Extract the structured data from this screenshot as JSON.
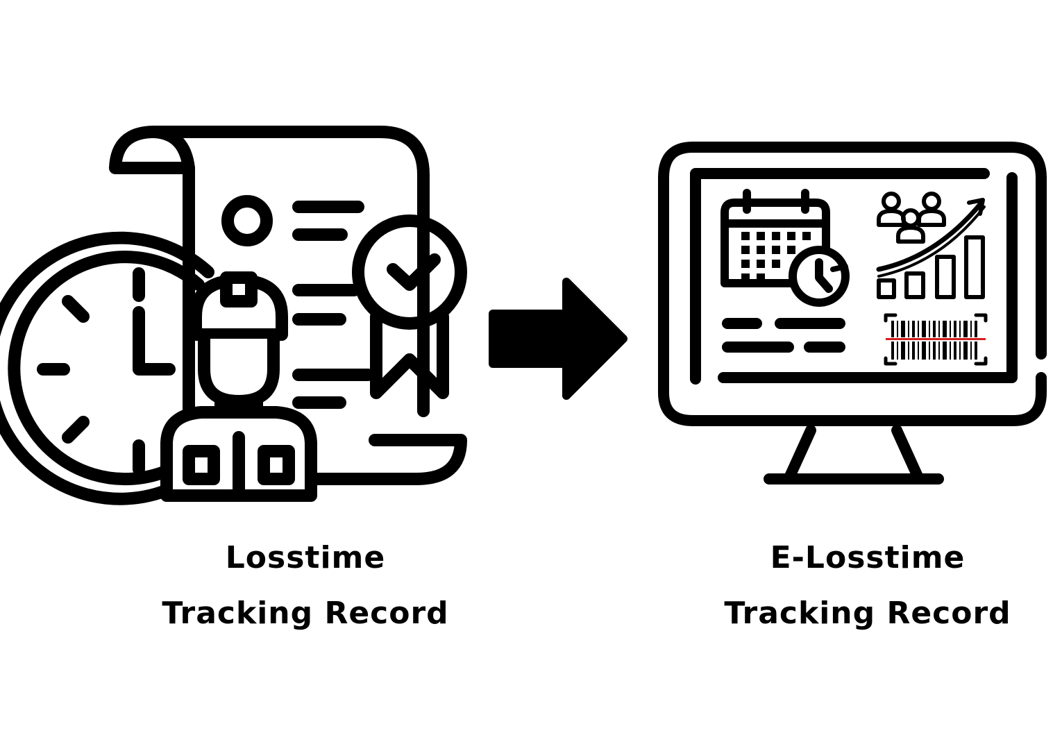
{
  "left": {
    "title_line1": "Losstime",
    "title_line2": "Tracking Record"
  },
  "right": {
    "title_line1": "E-Losstime",
    "title_line2": "Tracking Record"
  },
  "colors": {
    "ink": "#000000",
    "background": "#ffffff",
    "barcode_scan_line": "#d21f1f"
  },
  "icons": {
    "left": [
      "paper-scroll-icon",
      "clock-icon",
      "worker-icon",
      "award-badge-icon"
    ],
    "middle": "right-arrow-icon",
    "right": [
      "monitor-icon",
      "calendar-clock-icon",
      "growth-chart-icon",
      "barcode-icon"
    ]
  }
}
